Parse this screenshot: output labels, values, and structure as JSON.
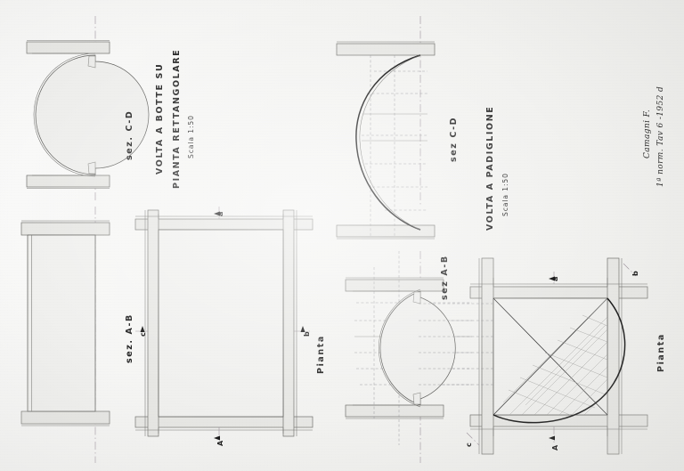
{
  "sheet": {
    "background_color": "#f3f3f1",
    "ink_color": "#1d1d1d",
    "beam_fill": "#e7e7e4"
  },
  "signature": {
    "author": "Camagni F.",
    "reference": "1ª norm.  Tav 6  -1952  d"
  },
  "left_drawing": {
    "title_line1": "VOLTA A BOTTE SU",
    "title_line2": "PIANTA RETTANGOLARE",
    "scale": "Scala 1:50",
    "section_cd_label": "sez. C-D",
    "section_ab_label": "sez. A-B",
    "plan_label": "Pianta",
    "markers": {
      "a_top": "a",
      "a_bottom": "A",
      "b_right": "b",
      "c_left": "c"
    }
  },
  "right_drawing": {
    "title": "VOLTA A PADIGLIONE",
    "scale": "Scala 1:50",
    "section_cd_label": "sez C-D",
    "section_ab_label": "sez A-B",
    "plan_label": "Pianta",
    "markers": {
      "a_top": "a",
      "a_bottom": "A",
      "b_top_right": "b",
      "c_bottom_left": "c"
    }
  }
}
